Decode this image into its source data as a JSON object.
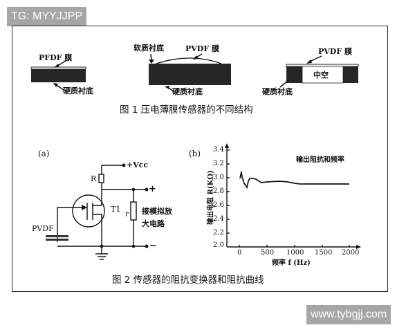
{
  "watermarks": {
    "top_left": "TG: MYYJJPP",
    "bottom_right": "www.tybgjj.com"
  },
  "figure1": {
    "caption": "图 1   压电薄膜传感器的不同结构",
    "structure_a": {
      "film_label": "PFDF 膜",
      "substrate_label": "硬质衬底"
    },
    "structure_b": {
      "soft_label": "软质衬底",
      "film_label": "PVDF 膜",
      "substrate_label": "硬质衬底"
    },
    "structure_c": {
      "film_label": "PVDF 膜",
      "hollow_label": "中空",
      "substrate_label": "硬质衬底"
    }
  },
  "figure2": {
    "caption": "图 2 传感器的阻抗变换器和阻抗曲线",
    "circuit": {
      "panel_label": "(a)",
      "vcc_label": "+Vcc",
      "resistor_label": "R",
      "transistor_label": "T1",
      "load_label": "r",
      "plus_label": "+",
      "minus_label": "−",
      "sensor_label": "PVDF",
      "output_label_line1": "接模拟放",
      "output_label_line2": "大电路"
    },
    "plot": {
      "panel_label": "(b)",
      "legend": "输出阻抗和频率",
      "ylabel": "输出电阻 R(KΩ)",
      "xlabel": "频率 f (Hz)",
      "yticks": [
        "3.4",
        "3.2",
        "3.0",
        "2.8",
        "2.6",
        "2.4",
        "2.2",
        "2.0"
      ],
      "xticks": [
        "0",
        "500",
        "1000",
        "1500",
        "2000"
      ]
    }
  },
  "chart_data": {
    "type": "line",
    "title": "输出阻抗和频率",
    "xlabel": "频率 f (Hz)",
    "ylabel": "输出电阻 R(KΩ)",
    "xlim": [
      -100,
      2100
    ],
    "ylim": [
      2.0,
      3.4
    ],
    "grid": false,
    "legend_position": "top-right",
    "series": [
      {
        "name": "输出阻抗和频率",
        "x": [
          20,
          40,
          60,
          80,
          100,
          150,
          200,
          250,
          300,
          350,
          400,
          500,
          700,
          900,
          1000,
          1100,
          1200,
          1500,
          1800,
          2000
        ],
        "y": [
          3.0,
          3.1,
          2.98,
          2.95,
          2.9,
          2.86,
          2.98,
          2.99,
          2.98,
          2.97,
          2.94,
          2.95,
          2.96,
          2.95,
          2.93,
          2.92,
          2.92,
          2.92,
          2.92,
          2.92
        ]
      }
    ]
  }
}
